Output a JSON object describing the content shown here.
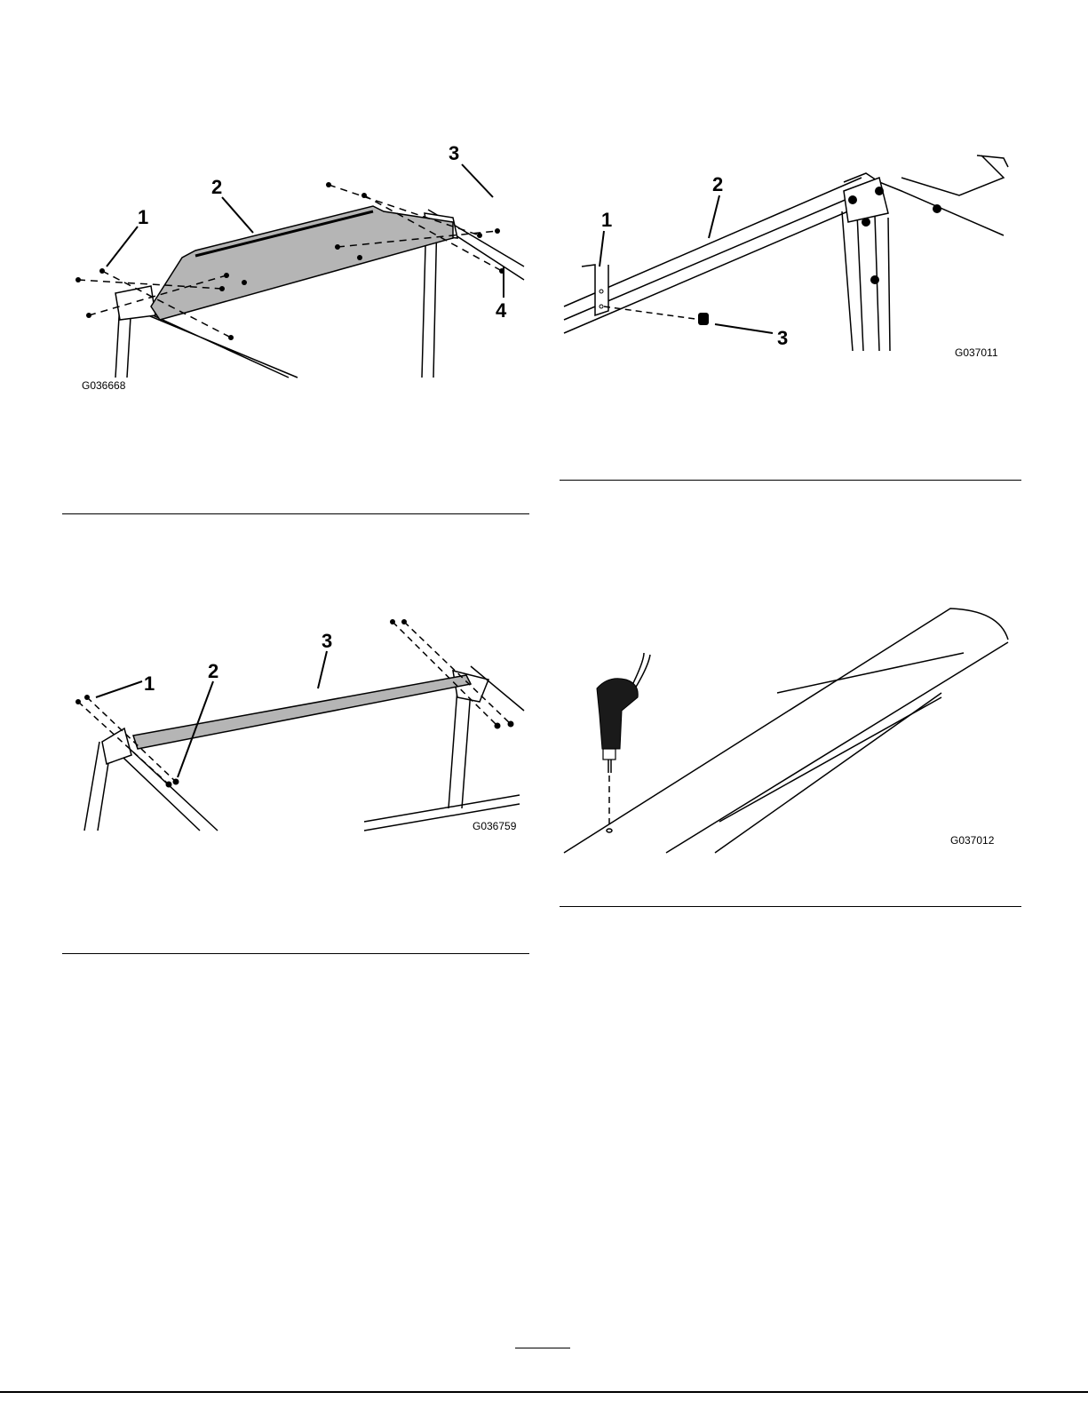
{
  "figures": [
    {
      "id": "G036668",
      "callouts": [
        "1",
        "2",
        "3",
        "4"
      ]
    },
    {
      "id": "G037011",
      "callouts": [
        "1",
        "2",
        "3"
      ]
    },
    {
      "id": "G036759",
      "callouts": [
        "1",
        "2",
        "3"
      ]
    },
    {
      "id": "G037012",
      "callouts": []
    }
  ]
}
